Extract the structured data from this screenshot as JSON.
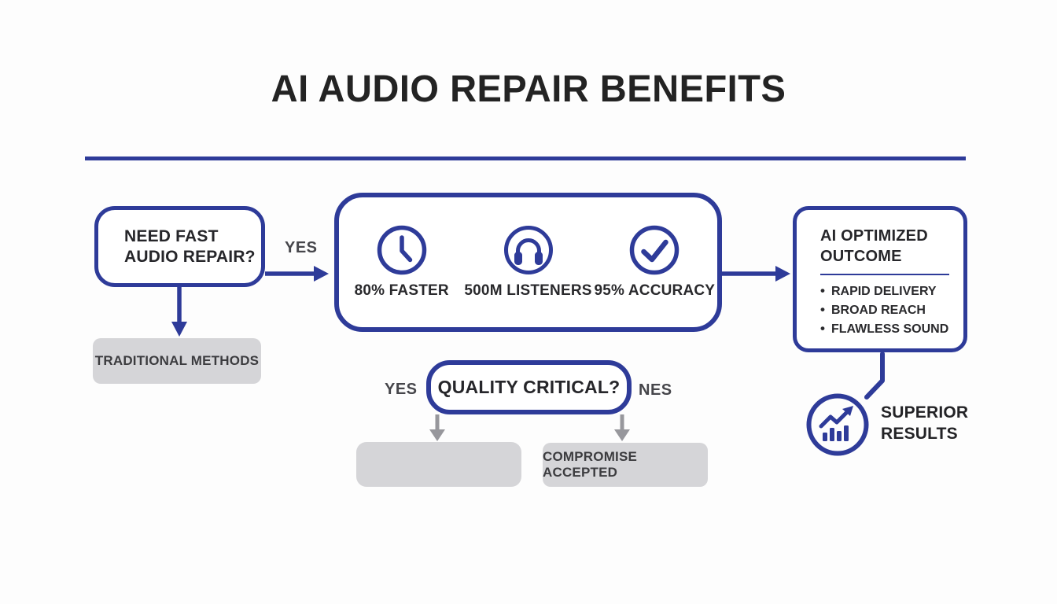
{
  "title": "AI AUDIO REPAIR BENEFITS",
  "colors": {
    "accent_blue": "#2e3b99",
    "title_text": "#232323",
    "gray_fill": "#d5d5d8",
    "gray_text": "#3c3c3f",
    "gray_arrow": "#97979c"
  },
  "flow": {
    "start": {
      "line1": "NEED FAST",
      "line2": "AUDIO REPAIR?"
    },
    "start_yes_label": "YES",
    "traditional": {
      "label": "TRADITIONAL METHODS"
    },
    "benefits": {
      "items": [
        {
          "icon": "clock-icon",
          "label": "80% FASTER"
        },
        {
          "icon": "headphones-icon",
          "label": "500M LISTENERS"
        },
        {
          "icon": "checkmark-icon",
          "label": "95% ACCURACY"
        }
      ]
    },
    "outcome": {
      "title_line1": "AI OPTIMIZED",
      "title_line2": "OUTCOME",
      "bullets": [
        "RAPID DELIVERY",
        "BROAD REACH",
        "FLAWLESS SOUND"
      ]
    },
    "result": {
      "icon": "growth-chart-icon",
      "line1": "SUPERIOR",
      "line2": "RESULTS"
    },
    "quality": {
      "question": "QUALITY CRITICAL?",
      "yes_label": "YES",
      "no_label": "NES",
      "yes_outcome": "",
      "no_outcome": "COMPROMISE ACCEPTED"
    }
  }
}
